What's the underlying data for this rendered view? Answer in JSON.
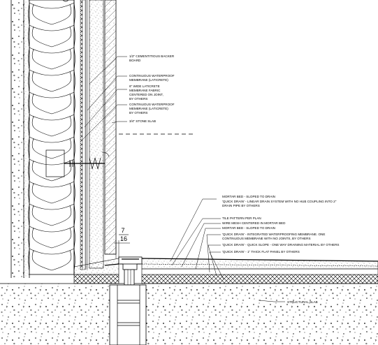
{
  "labels": {
    "backer_board": [
      "1/2\" CEMENTITIOUS BACKER",
      "BOARD"
    ],
    "membrane_1": [
      "CONTINUOUS WATERPROOF",
      "MEMBRANE (LATICRETE)"
    ],
    "fabric": [
      "6\" WIDE LATICRETE",
      "MEMBRANE FABRIC",
      "CENTERED ON JOINT,",
      "BY OTHERS"
    ],
    "membrane_2": [
      "CONTINUOUS WATERPROOF",
      "MEMBRANE (LATICRETE)",
      "BY OTHERS"
    ],
    "stone_slab": [
      "3/4\" STONE SLAB"
    ],
    "mortar_bed_1": [
      "MORTAR BED - SLOPED TO DRAIN"
    ],
    "linear_drain": [
      "'QUICK DRAIN' - LINEAR DRAIN SYSTEM WITH NO HUB COUPLING INTO 2\"",
      "DRAIN PIPE BY OTHERS"
    ],
    "tile_pattern": [
      "TILE PATTERN PER PLAN"
    ],
    "wire_mesh": [
      "WIRE MESH CENTERED IN MORTAR BED"
    ],
    "mortar_bed_2": [
      "MORTAR BED - SLOPED TO DRAIN"
    ],
    "integrated_membrane": [
      "'QUICK DRAIN' - INTEGRATED WATERPROOFING MEMBRANE. ONE",
      "CONTINUOUS MEMBRANE WITH NO JOINTS, BY OTHERS"
    ],
    "quick_slope": [
      "'QUICK DRAIN' - QUICK SLOPE - ONE WAY DRAINING MATERIAL BY OTHERS"
    ],
    "flat_panel": [
      "'QUICK DRAIN' - 1\" THICK FLAT PANEL BY OTHERS"
    ],
    "structural_slab": [
      "STRUCTURAL SLAB"
    ]
  },
  "dimension": {
    "numerator": "7",
    "denominator": "16"
  }
}
